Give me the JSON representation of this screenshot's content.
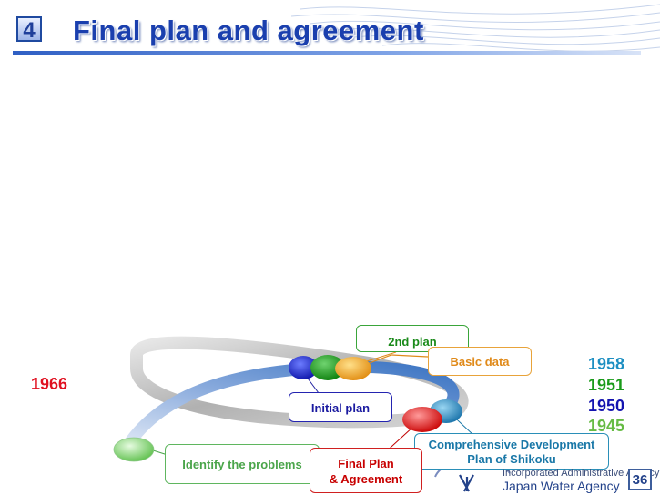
{
  "header": {
    "section_number": "4",
    "title": "Final plan and agreement"
  },
  "diagram": {
    "year_left": "1966",
    "years_right": [
      "1958",
      "1951",
      "1950",
      "1945"
    ],
    "labels": {
      "second_plan": "2nd plan",
      "basic_data": "Basic data",
      "initial_plan": "Initial plan",
      "comprehensive_line1": "Comprehensive Development",
      "comprehensive_line2": "Plan of Shikoku",
      "identify_problems": "Identify the problems",
      "final_plan_line1": "Final Plan",
      "final_plan_line2": "& Agreement"
    }
  },
  "footer": {
    "org_line1": "Incorporated Administrative Agency",
    "org_line2": "Japan Water Agency",
    "page_number": "36"
  },
  "colors": {
    "title_blue": "#1a3fae",
    "year_red": "#e01020",
    "year_teal": "#1d8fc2",
    "year_green": "#1a9a1a",
    "year_navy": "#1414b0",
    "year_lightgreen": "#66bb44"
  }
}
